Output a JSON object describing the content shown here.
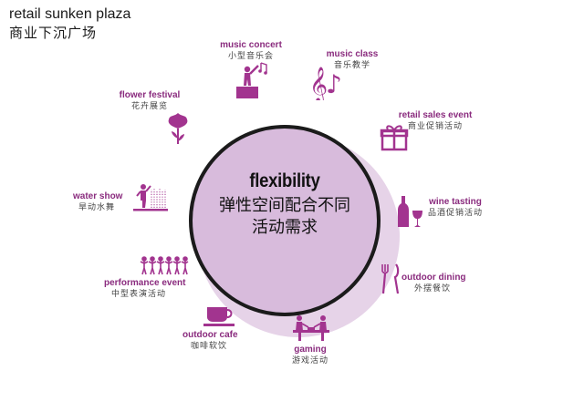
{
  "header": {
    "title_en": "retail sunken plaza",
    "title_cn": "商业下沉广场"
  },
  "center": {
    "title": "flexibility",
    "line1": "弹性空间配合不同",
    "line2": "活动需求"
  },
  "events": {
    "music_concert": {
      "en": "music concert",
      "cn": "小型音乐会",
      "icon": "stage-performer-icon"
    },
    "music_class": {
      "en": "music class",
      "cn": "音乐教学",
      "icon": "music-notes-icon"
    },
    "flower_festival": {
      "en": "flower festival",
      "cn": "花卉展览",
      "icon": "flower-icon"
    },
    "retail_sales": {
      "en": "retail sales event",
      "cn": "商业促销活动",
      "icon": "gift-box-icon"
    },
    "water_show": {
      "en": "water show",
      "cn": "旱动水舞",
      "icon": "fountain-icon"
    },
    "wine_tasting": {
      "en": "wine tasting",
      "cn": "品酒促销活动",
      "icon": "wine-icon"
    },
    "outdoor_dining": {
      "en": "outdoor dining",
      "cn": "外摆餐饮",
      "icon": "cutlery-icon"
    },
    "performance": {
      "en": "performance event",
      "cn": "中型表演活动",
      "icon": "performers-icon"
    },
    "outdoor_cafe": {
      "en": "outdoor cafe",
      "cn": "咖啡软饮",
      "icon": "coffee-cup-icon"
    },
    "gaming": {
      "en": "gaming",
      "cn": "游戏活动",
      "icon": "game-table-icon"
    }
  },
  "colors": {
    "accent": "#a2348f",
    "label": "#8a2b7e",
    "circle": "#d8bbdc",
    "circle_shadow": "#e6d3e8",
    "ring": "#1b1b1b"
  }
}
